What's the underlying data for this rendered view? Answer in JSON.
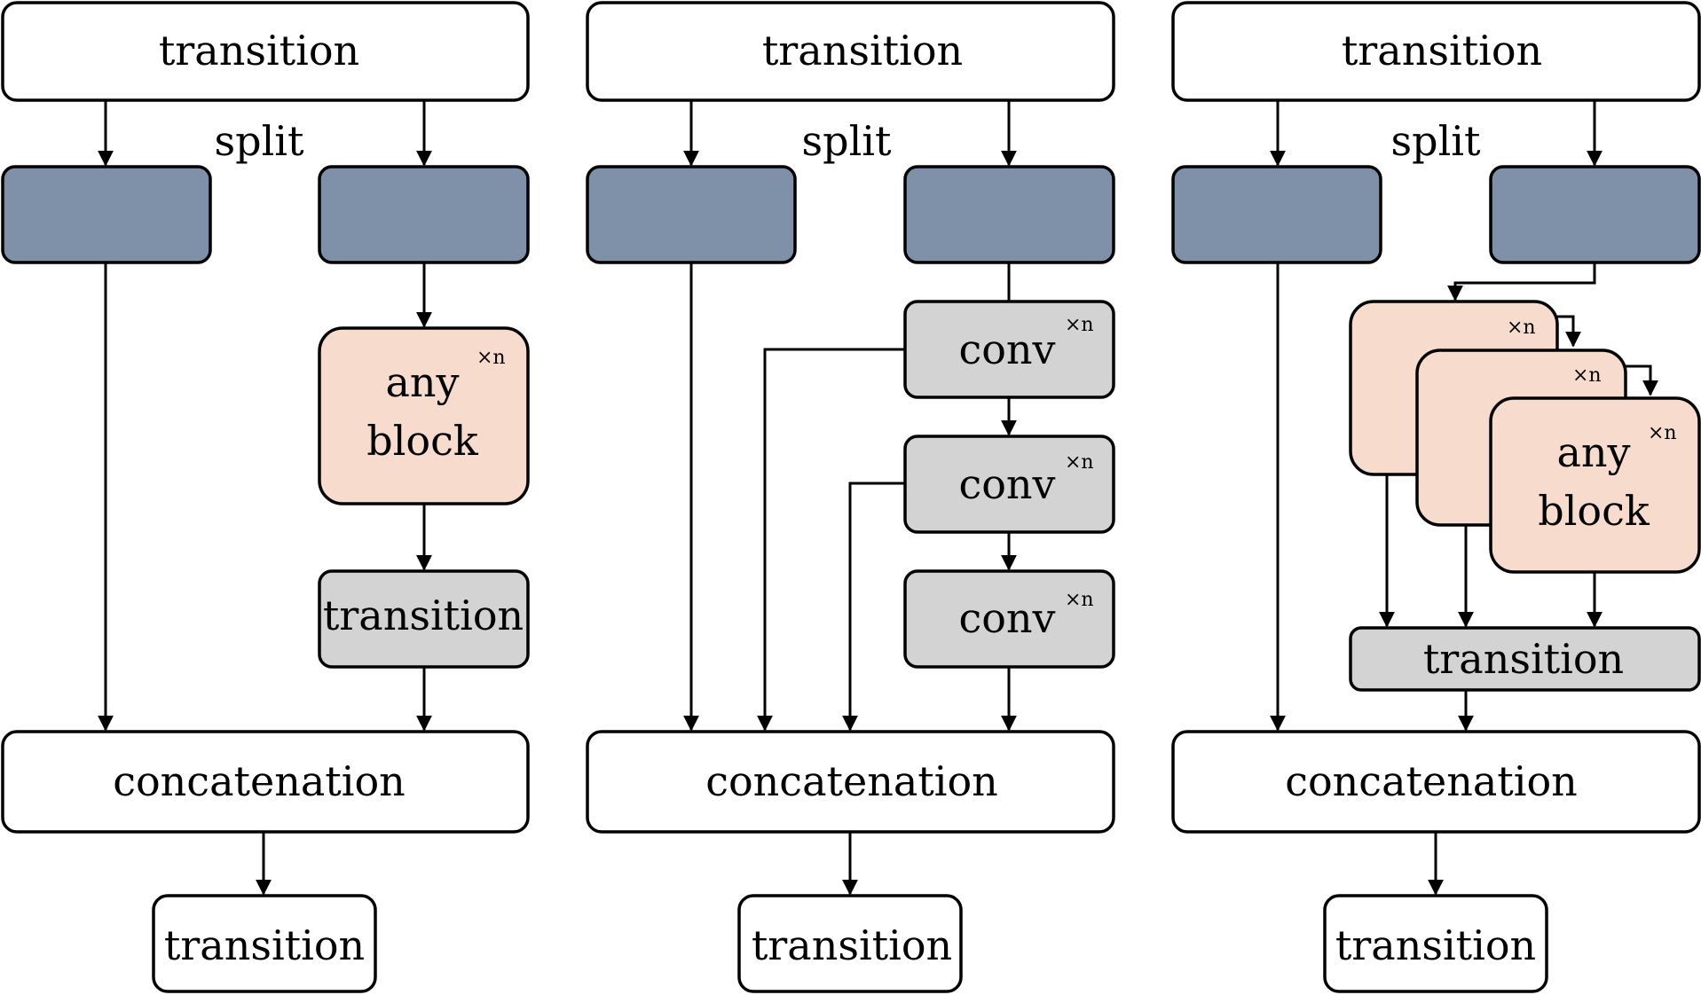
{
  "labels": {
    "transition": "transition",
    "split": "split",
    "concatenation": "concatenation",
    "conv": "conv",
    "any": "any",
    "block": "block",
    "times_n": "×n"
  },
  "colors": {
    "split_box": "#7f91a8",
    "any_block": "#f7dccd",
    "grey_box": "#d3d3d3",
    "white_box": "#ffffff",
    "stroke": "#000000"
  }
}
